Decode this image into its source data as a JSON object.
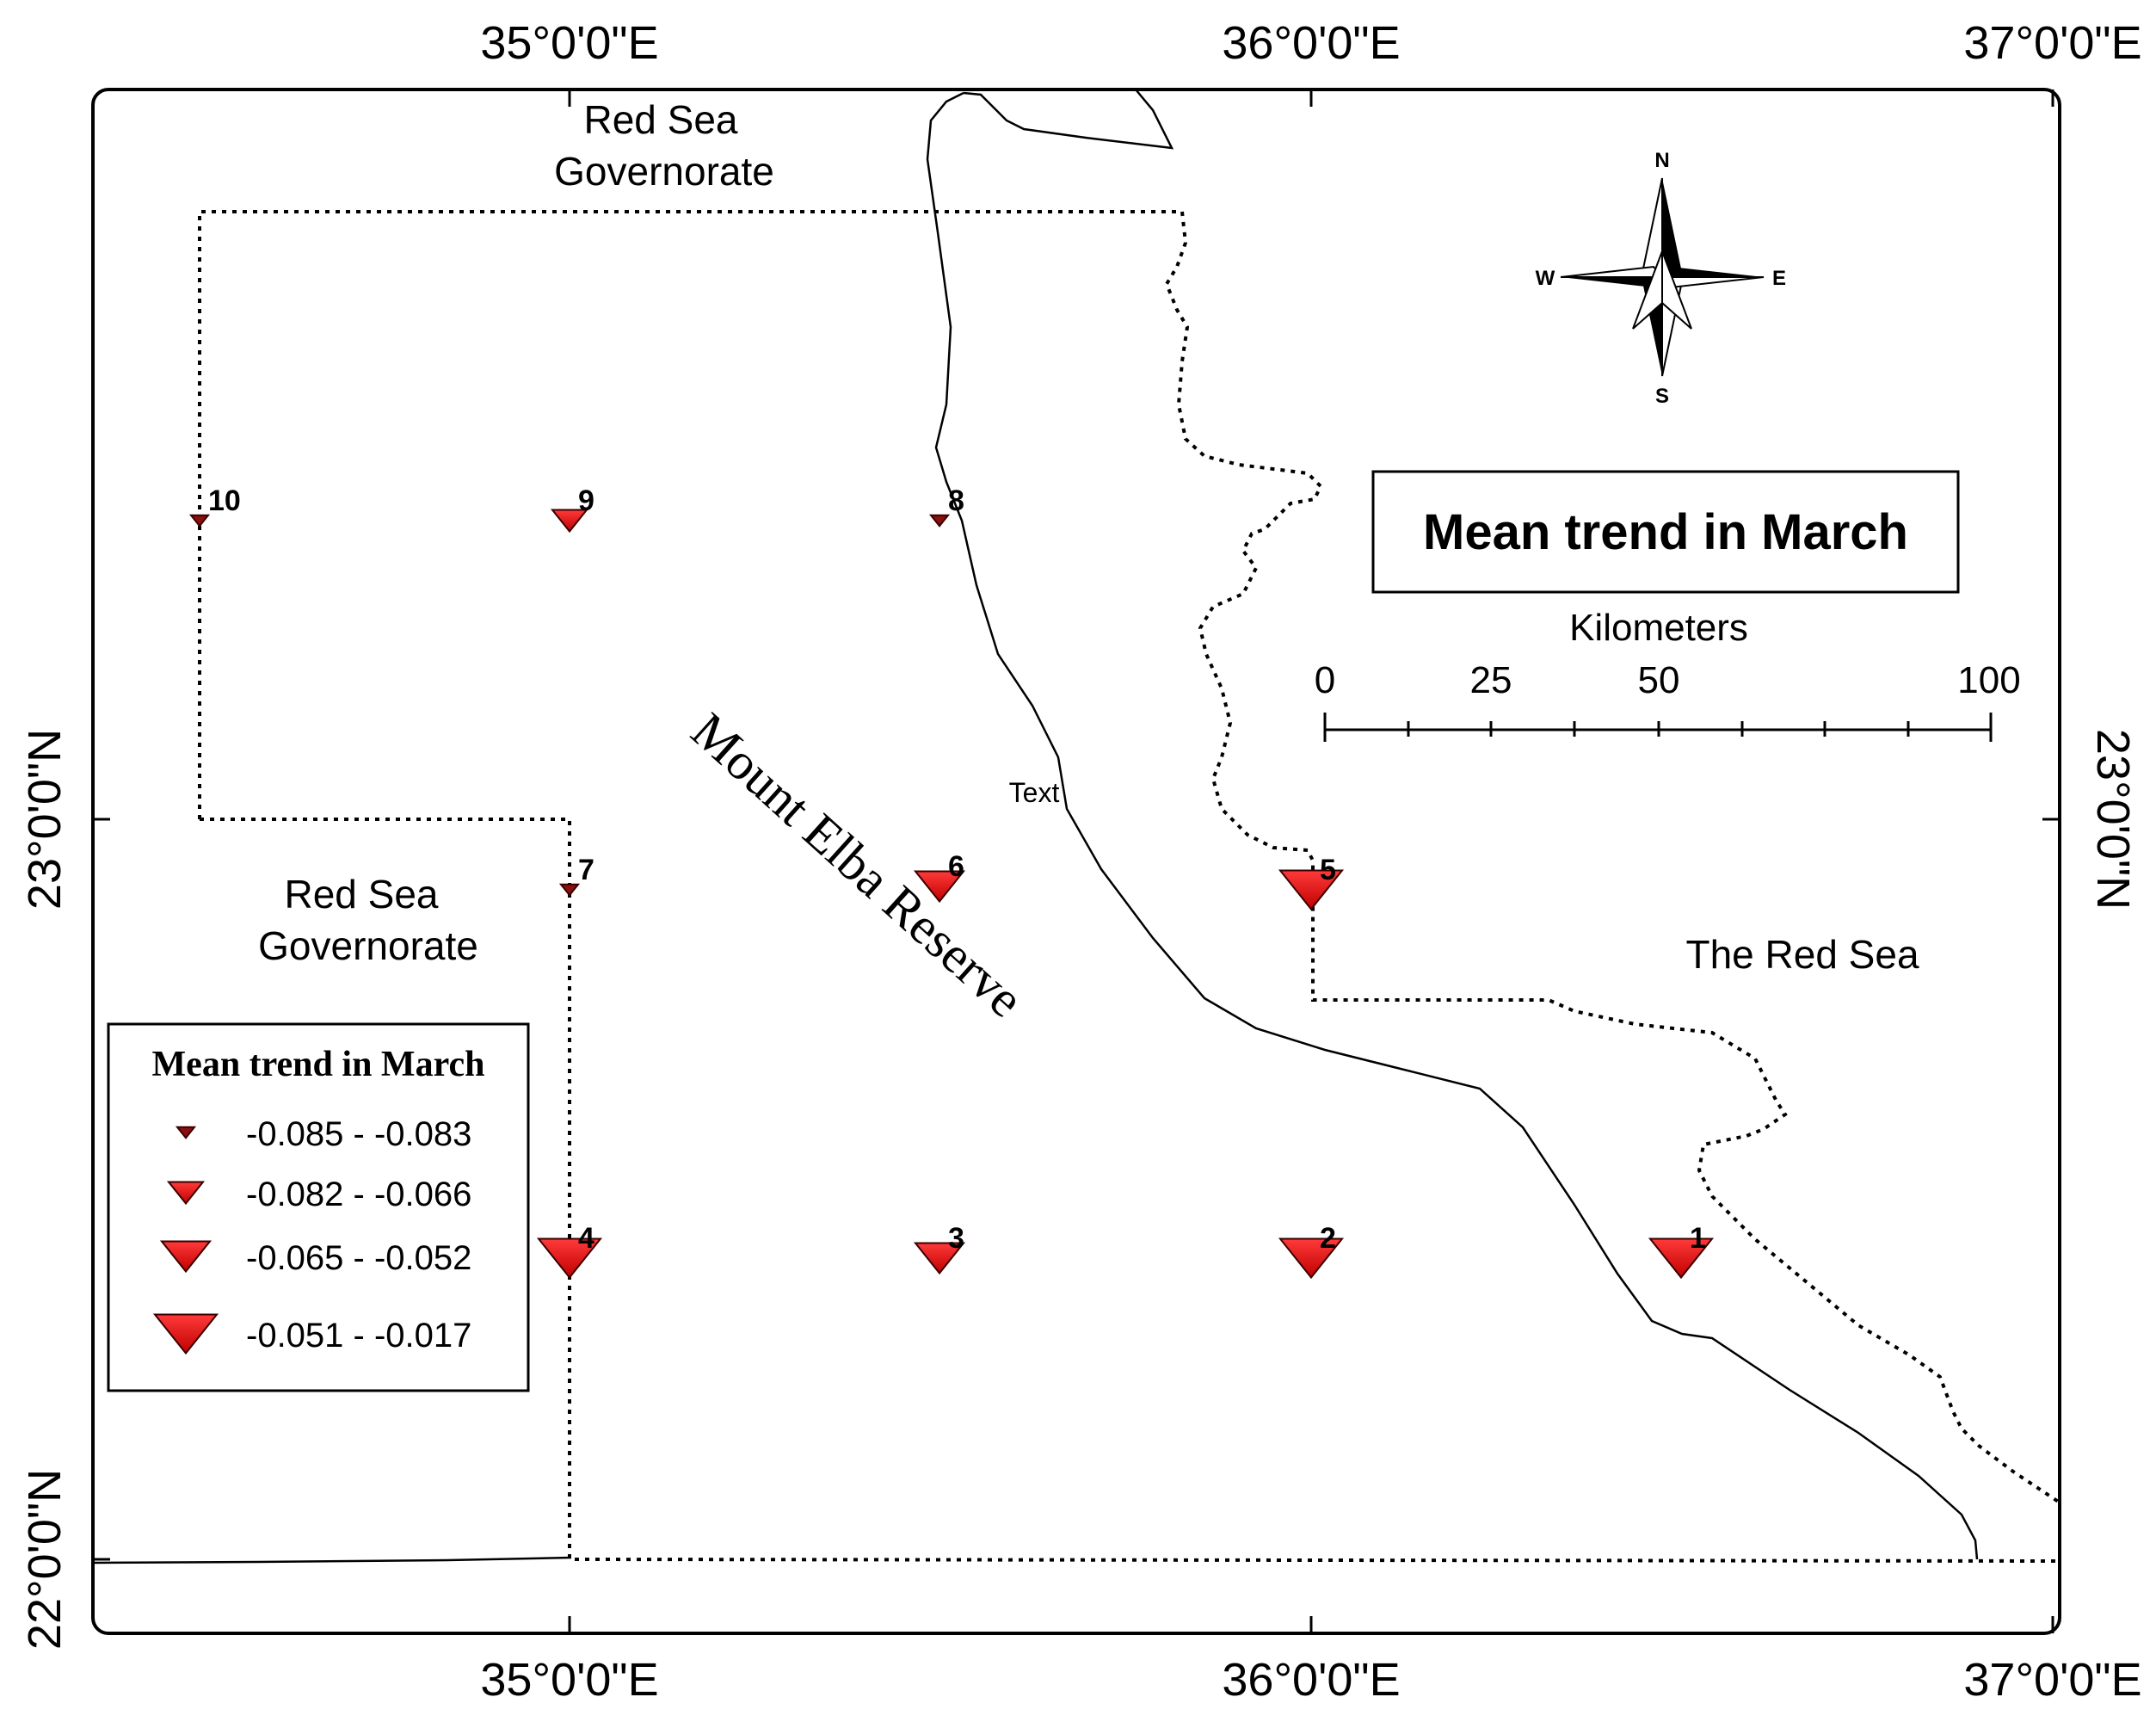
{
  "axes": {
    "top_labels": [
      "35°0'0\"E",
      "36°0'0\"E",
      "37°0'0\"E"
    ],
    "bottom_labels": [
      "35°0'0\"E",
      "36°0'0\"E",
      "37°0'0\"E"
    ],
    "left_labels": [
      "23°0'0\"N",
      "22°0'0\"N"
    ],
    "right_labels": [
      "23°0'0\"N"
    ]
  },
  "places": {
    "governorate_top": [
      "Red Sea",
      "Governorate"
    ],
    "governorate_left": [
      "Red Sea",
      "Governorate"
    ],
    "reserve": "Mount Elba Reserve",
    "sea": "The Red Sea",
    "stray_text": "Text"
  },
  "title": "Mean trend in March",
  "compass": {
    "n": "N",
    "s": "S",
    "e": "E",
    "w": "W"
  },
  "scalebar": {
    "unit": "Kilometers",
    "ticks": [
      "0",
      "25",
      "50",
      "100"
    ]
  },
  "legend": {
    "title": "Mean trend in March",
    "classes": [
      {
        "label": "-0.085 - -0.083",
        "size_class": 1
      },
      {
        "label": "-0.082 - -0.066",
        "size_class": 2
      },
      {
        "label": "-0.065 - -0.052",
        "size_class": 3
      },
      {
        "label": "-0.051 - -0.017",
        "size_class": 4
      }
    ]
  },
  "stations": [
    {
      "id": "1",
      "size_class": 4
    },
    {
      "id": "2",
      "size_class": 4
    },
    {
      "id": "3",
      "size_class": 3
    },
    {
      "id": "4",
      "size_class": 4
    },
    {
      "id": "5",
      "size_class": 4
    },
    {
      "id": "6",
      "size_class": 3
    },
    {
      "id": "7",
      "size_class": 1
    },
    {
      "id": "8",
      "size_class": 1
    },
    {
      "id": "9",
      "size_class": 2
    },
    {
      "id": "10",
      "size_class": 1
    }
  ],
  "colors": {
    "marker_fill": "#e81010",
    "marker_small": "#8a1010",
    "frame": "#000000"
  }
}
